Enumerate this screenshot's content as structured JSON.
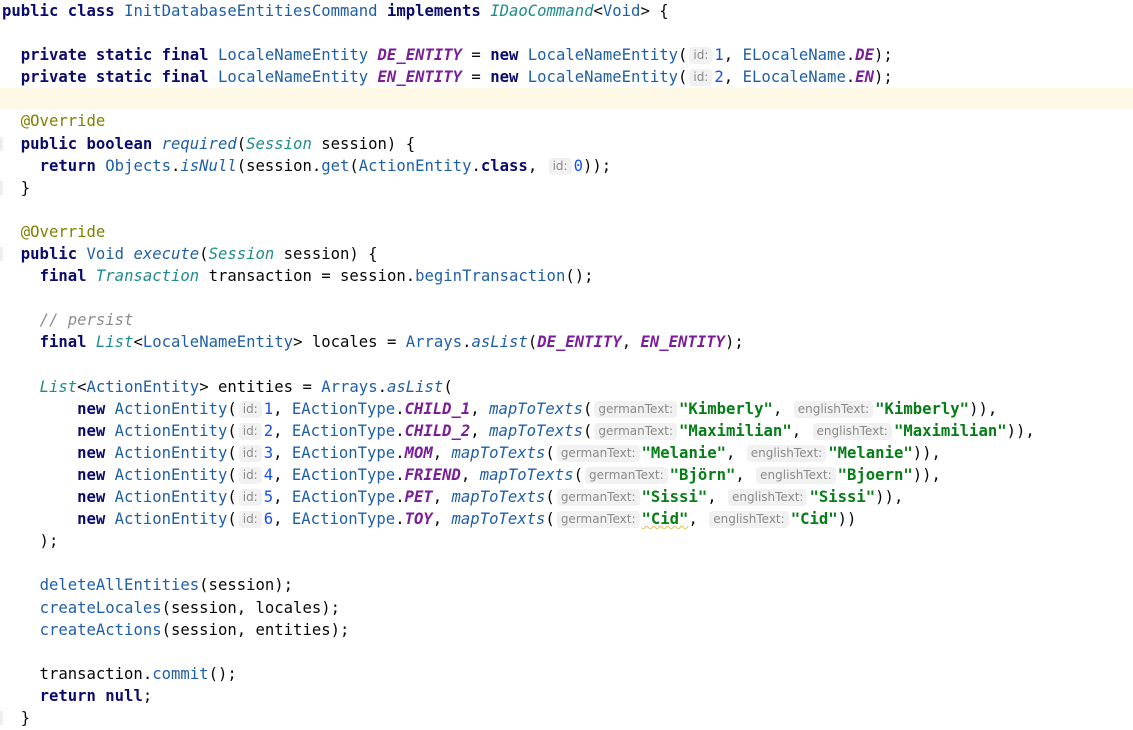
{
  "editor": {
    "lines": [
      {
        "tokens": [
          {
            "k": "kw",
            "t": "public class "
          },
          {
            "k": "type",
            "t": "InitDatabaseEntitiesCommand"
          },
          {
            "k": "punct",
            "t": " "
          },
          {
            "k": "kw",
            "t": "implements "
          },
          {
            "k": "itype",
            "t": "IDaoCommand"
          },
          {
            "k": "punct",
            "t": "<"
          },
          {
            "k": "type",
            "t": "Void"
          },
          {
            "k": "punct",
            "t": "> {"
          }
        ]
      },
      {
        "tokens": []
      },
      {
        "tokens": [
          {
            "k": "punct",
            "t": "  "
          },
          {
            "k": "kw",
            "t": "private static final "
          },
          {
            "k": "type",
            "t": "LocaleNameEntity "
          },
          {
            "k": "const",
            "t": "DE_ENTITY"
          },
          {
            "k": "punct",
            "t": " = "
          },
          {
            "k": "kw",
            "t": "new "
          },
          {
            "k": "type",
            "t": "LocaleNameEntity"
          },
          {
            "k": "punct",
            "t": "("
          },
          {
            "k": "hint",
            "t": "id:"
          },
          {
            "k": "num",
            "t": "1"
          },
          {
            "k": "punct",
            "t": ", "
          },
          {
            "k": "type",
            "t": "ELocaleName"
          },
          {
            "k": "punct",
            "t": "."
          },
          {
            "k": "const",
            "t": "DE"
          },
          {
            "k": "punct",
            "t": ");"
          }
        ]
      },
      {
        "tokens": [
          {
            "k": "punct",
            "t": "  "
          },
          {
            "k": "kw",
            "t": "private static final "
          },
          {
            "k": "type",
            "t": "LocaleNameEntity "
          },
          {
            "k": "const",
            "t": "EN_ENTITY"
          },
          {
            "k": "punct",
            "t": " = "
          },
          {
            "k": "kw",
            "t": "new "
          },
          {
            "k": "type",
            "t": "LocaleNameEntity"
          },
          {
            "k": "punct",
            "t": "("
          },
          {
            "k": "hint",
            "t": "id:"
          },
          {
            "k": "num",
            "t": "2"
          },
          {
            "k": "punct",
            "t": ", "
          },
          {
            "k": "type",
            "t": "ELocaleName"
          },
          {
            "k": "punct",
            "t": "."
          },
          {
            "k": "const",
            "t": "EN"
          },
          {
            "k": "punct",
            "t": ");"
          }
        ]
      },
      {
        "tokens": [],
        "current": true
      },
      {
        "tokens": [
          {
            "k": "punct",
            "t": "  "
          },
          {
            "k": "annot",
            "t": "@Override"
          }
        ]
      },
      {
        "tokens": [
          {
            "k": "punct",
            "t": "  "
          },
          {
            "k": "kw",
            "t": "public boolean "
          },
          {
            "k": "scall",
            "t": "required"
          },
          {
            "k": "punct",
            "t": "("
          },
          {
            "k": "itype",
            "t": "Session"
          },
          {
            "k": "punct",
            "t": " session) {"
          }
        ],
        "gutter": true
      },
      {
        "tokens": [
          {
            "k": "punct",
            "t": "    "
          },
          {
            "k": "kw",
            "t": "return "
          },
          {
            "k": "type",
            "t": "Objects"
          },
          {
            "k": "punct",
            "t": "."
          },
          {
            "k": "scall",
            "t": "isNull"
          },
          {
            "k": "punct",
            "t": "(session."
          },
          {
            "k": "call",
            "t": "get"
          },
          {
            "k": "punct",
            "t": "("
          },
          {
            "k": "type",
            "t": "ActionEntity"
          },
          {
            "k": "punct",
            "t": "."
          },
          {
            "k": "kw",
            "t": "class"
          },
          {
            "k": "punct",
            "t": ", "
          },
          {
            "k": "hint",
            "t": "id:"
          },
          {
            "k": "num",
            "t": "0"
          },
          {
            "k": "punct",
            "t": "));"
          }
        ]
      },
      {
        "tokens": [
          {
            "k": "punct",
            "t": "  }"
          }
        ],
        "gutter": true
      },
      {
        "tokens": []
      },
      {
        "tokens": [
          {
            "k": "punct",
            "t": "  "
          },
          {
            "k": "annot",
            "t": "@Override"
          }
        ]
      },
      {
        "tokens": [
          {
            "k": "punct",
            "t": "  "
          },
          {
            "k": "kw",
            "t": "public "
          },
          {
            "k": "type",
            "t": "Void "
          },
          {
            "k": "scall",
            "t": "execute"
          },
          {
            "k": "punct",
            "t": "("
          },
          {
            "k": "itype",
            "t": "Session"
          },
          {
            "k": "punct",
            "t": " session) {"
          }
        ],
        "gutter": true
      },
      {
        "tokens": [
          {
            "k": "punct",
            "t": "    "
          },
          {
            "k": "kw",
            "t": "final "
          },
          {
            "k": "itype",
            "t": "Transaction"
          },
          {
            "k": "punct",
            "t": " transaction = session."
          },
          {
            "k": "call",
            "t": "beginTransaction"
          },
          {
            "k": "punct",
            "t": "();"
          }
        ]
      },
      {
        "tokens": []
      },
      {
        "tokens": [
          {
            "k": "punct",
            "t": "    "
          },
          {
            "k": "comment",
            "t": "// persist"
          }
        ]
      },
      {
        "tokens": [
          {
            "k": "punct",
            "t": "    "
          },
          {
            "k": "kw",
            "t": "final "
          },
          {
            "k": "itype",
            "t": "List"
          },
          {
            "k": "punct",
            "t": "<"
          },
          {
            "k": "type",
            "t": "LocaleNameEntity"
          },
          {
            "k": "punct",
            "t": "> locales = "
          },
          {
            "k": "type",
            "t": "Arrays"
          },
          {
            "k": "punct",
            "t": "."
          },
          {
            "k": "scall",
            "t": "asList"
          },
          {
            "k": "punct",
            "t": "("
          },
          {
            "k": "const",
            "t": "DE_ENTITY"
          },
          {
            "k": "punct",
            "t": ", "
          },
          {
            "k": "const",
            "t": "EN_ENTITY"
          },
          {
            "k": "punct",
            "t": ");"
          }
        ]
      },
      {
        "tokens": []
      },
      {
        "tokens": [
          {
            "k": "punct",
            "t": "    "
          },
          {
            "k": "itype",
            "t": "List"
          },
          {
            "k": "punct",
            "t": "<"
          },
          {
            "k": "type",
            "t": "ActionEntity"
          },
          {
            "k": "punct",
            "t": "> entities = "
          },
          {
            "k": "type",
            "t": "Arrays"
          },
          {
            "k": "punct",
            "t": "."
          },
          {
            "k": "scall",
            "t": "asList"
          },
          {
            "k": "punct",
            "t": "("
          }
        ]
      },
      {
        "tokens": [
          {
            "k": "punct",
            "t": "        "
          },
          {
            "k": "kw",
            "t": "new "
          },
          {
            "k": "type",
            "t": "ActionEntity"
          },
          {
            "k": "punct",
            "t": "("
          },
          {
            "k": "hint",
            "t": "id:"
          },
          {
            "k": "num",
            "t": "1"
          },
          {
            "k": "punct",
            "t": ", "
          },
          {
            "k": "type",
            "t": "EActionType"
          },
          {
            "k": "punct",
            "t": "."
          },
          {
            "k": "const",
            "t": "CHILD_1"
          },
          {
            "k": "punct",
            "t": ", "
          },
          {
            "k": "scall",
            "t": "mapToTexts"
          },
          {
            "k": "punct",
            "t": "("
          },
          {
            "k": "hint",
            "t": "germanText:"
          },
          {
            "k": "str",
            "t": "\"Kimberly\""
          },
          {
            "k": "punct",
            "t": ", "
          },
          {
            "k": "hint",
            "t": "englishText:"
          },
          {
            "k": "str",
            "t": "\"Kimberly\""
          },
          {
            "k": "punct",
            "t": ")),"
          }
        ]
      },
      {
        "tokens": [
          {
            "k": "punct",
            "t": "        "
          },
          {
            "k": "kw",
            "t": "new "
          },
          {
            "k": "type",
            "t": "ActionEntity"
          },
          {
            "k": "punct",
            "t": "("
          },
          {
            "k": "hint",
            "t": "id:"
          },
          {
            "k": "num",
            "t": "2"
          },
          {
            "k": "punct",
            "t": ", "
          },
          {
            "k": "type",
            "t": "EActionType"
          },
          {
            "k": "punct",
            "t": "."
          },
          {
            "k": "const",
            "t": "CHILD_2"
          },
          {
            "k": "punct",
            "t": ", "
          },
          {
            "k": "scall",
            "t": "mapToTexts"
          },
          {
            "k": "punct",
            "t": "("
          },
          {
            "k": "hint",
            "t": "germanText:"
          },
          {
            "k": "str",
            "t": "\"Maximilian\""
          },
          {
            "k": "punct",
            "t": ", "
          },
          {
            "k": "hint",
            "t": "englishText:"
          },
          {
            "k": "str",
            "t": "\"Maximilian\""
          },
          {
            "k": "punct",
            "t": ")),"
          }
        ]
      },
      {
        "tokens": [
          {
            "k": "punct",
            "t": "        "
          },
          {
            "k": "kw",
            "t": "new "
          },
          {
            "k": "type",
            "t": "ActionEntity"
          },
          {
            "k": "punct",
            "t": "("
          },
          {
            "k": "hint",
            "t": "id:"
          },
          {
            "k": "num",
            "t": "3"
          },
          {
            "k": "punct",
            "t": ", "
          },
          {
            "k": "type",
            "t": "EActionType"
          },
          {
            "k": "punct",
            "t": "."
          },
          {
            "k": "const",
            "t": "MOM"
          },
          {
            "k": "punct",
            "t": ", "
          },
          {
            "k": "scall",
            "t": "mapToTexts"
          },
          {
            "k": "punct",
            "t": "("
          },
          {
            "k": "hint",
            "t": "germanText:"
          },
          {
            "k": "str",
            "t": "\"Melanie\""
          },
          {
            "k": "punct",
            "t": ", "
          },
          {
            "k": "hint",
            "t": "englishText:"
          },
          {
            "k": "str",
            "t": "\"Melanie\""
          },
          {
            "k": "punct",
            "t": ")),"
          }
        ]
      },
      {
        "tokens": [
          {
            "k": "punct",
            "t": "        "
          },
          {
            "k": "kw",
            "t": "new "
          },
          {
            "k": "type",
            "t": "ActionEntity"
          },
          {
            "k": "punct",
            "t": "("
          },
          {
            "k": "hint",
            "t": "id:"
          },
          {
            "k": "num",
            "t": "4"
          },
          {
            "k": "punct",
            "t": ", "
          },
          {
            "k": "type",
            "t": "EActionType"
          },
          {
            "k": "punct",
            "t": "."
          },
          {
            "k": "const",
            "t": "FRIEND"
          },
          {
            "k": "punct",
            "t": ", "
          },
          {
            "k": "scall",
            "t": "mapToTexts"
          },
          {
            "k": "punct",
            "t": "("
          },
          {
            "k": "hint",
            "t": "germanText:"
          },
          {
            "k": "str",
            "t": "\"Björn\""
          },
          {
            "k": "punct",
            "t": ", "
          },
          {
            "k": "hint",
            "t": "englishText:"
          },
          {
            "k": "str",
            "t": "\"Bjoern\""
          },
          {
            "k": "punct",
            "t": ")),"
          }
        ]
      },
      {
        "tokens": [
          {
            "k": "punct",
            "t": "        "
          },
          {
            "k": "kw",
            "t": "new "
          },
          {
            "k": "type",
            "t": "ActionEntity"
          },
          {
            "k": "punct",
            "t": "("
          },
          {
            "k": "hint",
            "t": "id:"
          },
          {
            "k": "num",
            "t": "5"
          },
          {
            "k": "punct",
            "t": ", "
          },
          {
            "k": "type",
            "t": "EActionType"
          },
          {
            "k": "punct",
            "t": "."
          },
          {
            "k": "const",
            "t": "PET"
          },
          {
            "k": "punct",
            "t": ", "
          },
          {
            "k": "scall",
            "t": "mapToTexts"
          },
          {
            "k": "punct",
            "t": "("
          },
          {
            "k": "hint",
            "t": "germanText:"
          },
          {
            "k": "str",
            "t": "\"Sissi\""
          },
          {
            "k": "punct",
            "t": ", "
          },
          {
            "k": "hint",
            "t": "englishText:"
          },
          {
            "k": "str",
            "t": "\"Sissi\""
          },
          {
            "k": "punct",
            "t": ")),"
          }
        ]
      },
      {
        "tokens": [
          {
            "k": "punct",
            "t": "        "
          },
          {
            "k": "kw",
            "t": "new "
          },
          {
            "k": "type",
            "t": "ActionEntity"
          },
          {
            "k": "punct",
            "t": "("
          },
          {
            "k": "hint",
            "t": "id:"
          },
          {
            "k": "num",
            "t": "6"
          },
          {
            "k": "punct",
            "t": ", "
          },
          {
            "k": "type",
            "t": "EActionType"
          },
          {
            "k": "punct",
            "t": "."
          },
          {
            "k": "const",
            "t": "TOY"
          },
          {
            "k": "punct",
            "t": ", "
          },
          {
            "k": "scall",
            "t": "mapToTexts"
          },
          {
            "k": "punct",
            "t": "("
          },
          {
            "k": "hint",
            "t": "germanText:"
          },
          {
            "k": "str",
            "t": "\"Cid\"",
            "warn": true
          },
          {
            "k": "punct",
            "t": ", "
          },
          {
            "k": "hint",
            "t": "englishText:"
          },
          {
            "k": "str",
            "t": "\"Cid\""
          },
          {
            "k": "punct",
            "t": "))"
          }
        ]
      },
      {
        "tokens": [
          {
            "k": "punct",
            "t": "    );"
          }
        ]
      },
      {
        "tokens": []
      },
      {
        "tokens": [
          {
            "k": "punct",
            "t": "    "
          },
          {
            "k": "call",
            "t": "deleteAllEntities"
          },
          {
            "k": "punct",
            "t": "(session);"
          }
        ]
      },
      {
        "tokens": [
          {
            "k": "punct",
            "t": "    "
          },
          {
            "k": "call",
            "t": "createLocales"
          },
          {
            "k": "punct",
            "t": "(session, locales);"
          }
        ]
      },
      {
        "tokens": [
          {
            "k": "punct",
            "t": "    "
          },
          {
            "k": "call",
            "t": "createActions"
          },
          {
            "k": "punct",
            "t": "(session, entities);"
          }
        ]
      },
      {
        "tokens": []
      },
      {
        "tokens": [
          {
            "k": "punct",
            "t": "    transaction."
          },
          {
            "k": "call",
            "t": "commit"
          },
          {
            "k": "punct",
            "t": "();"
          }
        ]
      },
      {
        "tokens": [
          {
            "k": "punct",
            "t": "    "
          },
          {
            "k": "kw",
            "t": "return null"
          },
          {
            "k": "punct",
            "t": ";"
          }
        ]
      },
      {
        "tokens": [
          {
            "k": "punct",
            "t": "  }"
          }
        ],
        "gutter": true
      }
    ]
  },
  "colors": {
    "background": "#ffffff",
    "current_line": "#fdf9e6",
    "keyword": "#0b0b6e",
    "type": "#1f5fa8",
    "constant": "#7a1f99",
    "string": "#067d17",
    "number": "#1750eb",
    "annotation": "#808000",
    "comment": "#8c8c8c",
    "inlay_hint_bg": "#f1f1f1"
  }
}
